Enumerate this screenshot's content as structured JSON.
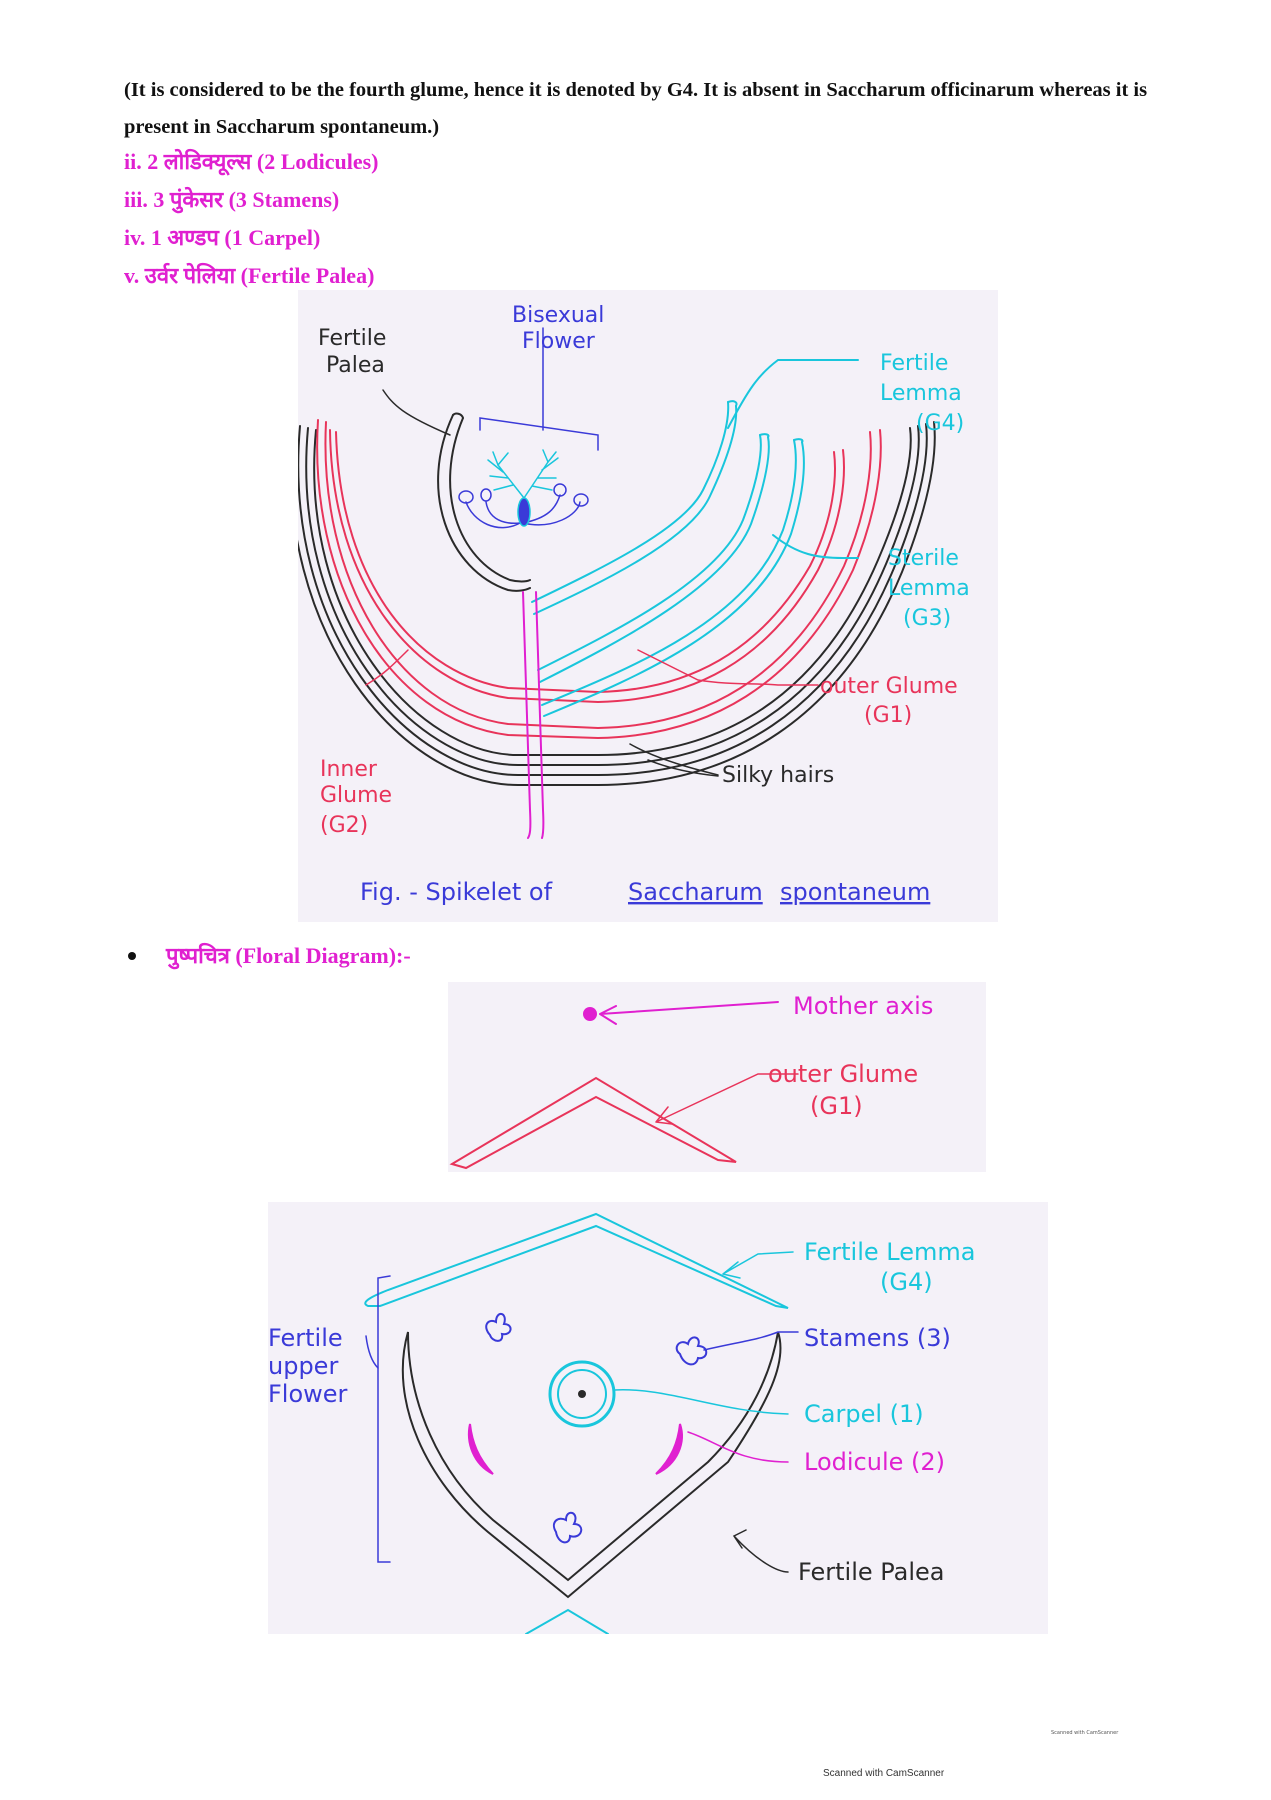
{
  "intro_text": "(It is considered to be the fourth glume, hence it is denoted by G4. It is absent in Saccharum officinarum whereas it is present in Saccharum spontaneum.)",
  "list": [
    "ii. 2 लोडिक्यूल्स (2 Lodicules)",
    "iii. 3 पुंकेसर (3 Stamens)",
    "iv. 1 अण्डप (1 Carpel)",
    "v. उर्वर पेलिया (Fertile Palea)"
  ],
  "figure1": {
    "labels": {
      "fertile_palea_1": "Fertile",
      "fertile_palea_2": "Palea",
      "bisexual_1": "Bisexual",
      "bisexual_2": "Flower",
      "fertile_lemma_1": "Fertile",
      "fertile_lemma_2": "Lemma",
      "fertile_lemma_3": "(G4)",
      "sterile_lemma_1": "Sterile",
      "sterile_lemma_2": "Lemma",
      "sterile_lemma_3": "(G3)",
      "outer_glume_1": "outer Glume",
      "outer_glume_2": "(G1)",
      "silky_hairs": "Silky hairs",
      "inner_glume_1": "Inner",
      "inner_glume_2": "Glume",
      "inner_glume_3": "(G2)"
    },
    "caption_prefix": "Fig. - Spikelet of",
    "caption_genus": "Saccharum",
    "caption_species": "spontaneum"
  },
  "floral_diagram_title": "पुष्पचित्र (Floral Diagram):-",
  "figure2": {
    "labels": {
      "mother_axis": "Mother axis",
      "outer_glume_1": "outer Glume",
      "outer_glume_2": "(G1)",
      "fertile_lemma_1": "Fertile Lemma",
      "fertile_lemma_2": "(G4)",
      "stamens": "Stamens (3)",
      "carpel": "Carpel (1)",
      "lodicule": "Lodicule (2)",
      "fertile_palea": "Fertile Palea",
      "fertile_upper_1": "Fertile",
      "fertile_upper_2": "upper",
      "fertile_upper_3": "Flower"
    }
  },
  "colors": {
    "magenta": "#e020d0",
    "cyan": "#19c6dc",
    "red": "#e8345a",
    "ink": "#2a2a2a",
    "blue": "#3a3ad8"
  },
  "scan_text_small": "Scanned with CamScanner",
  "scan_text": "Scanned with CamScanner"
}
